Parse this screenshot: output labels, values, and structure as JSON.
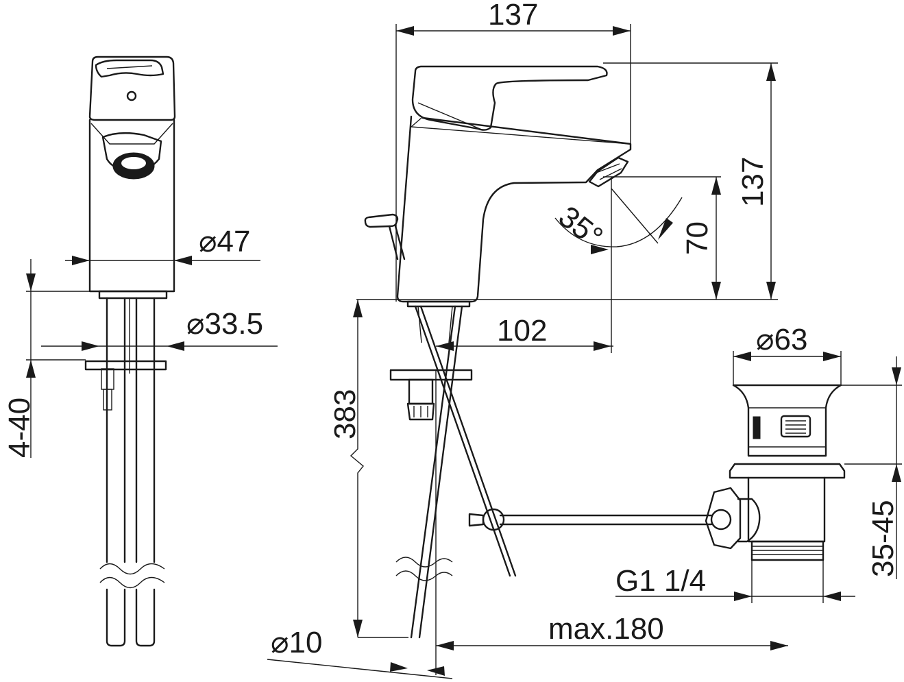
{
  "dimensions": {
    "front_width": "137",
    "total_height": "137",
    "spout_clearance": "70",
    "spout_angle": "35°",
    "spout_reach": "102",
    "tail_length": "383",
    "rod_diameter": "⌀10",
    "max_reach": "max.180",
    "body_diameter": "⌀47",
    "base_diameter": "⌀33.5",
    "deck_thickness": "4-40",
    "waste_head_diameter": "⌀63",
    "waste_deck_thickness": "35-45",
    "waste_thread": "G1 1/4"
  }
}
